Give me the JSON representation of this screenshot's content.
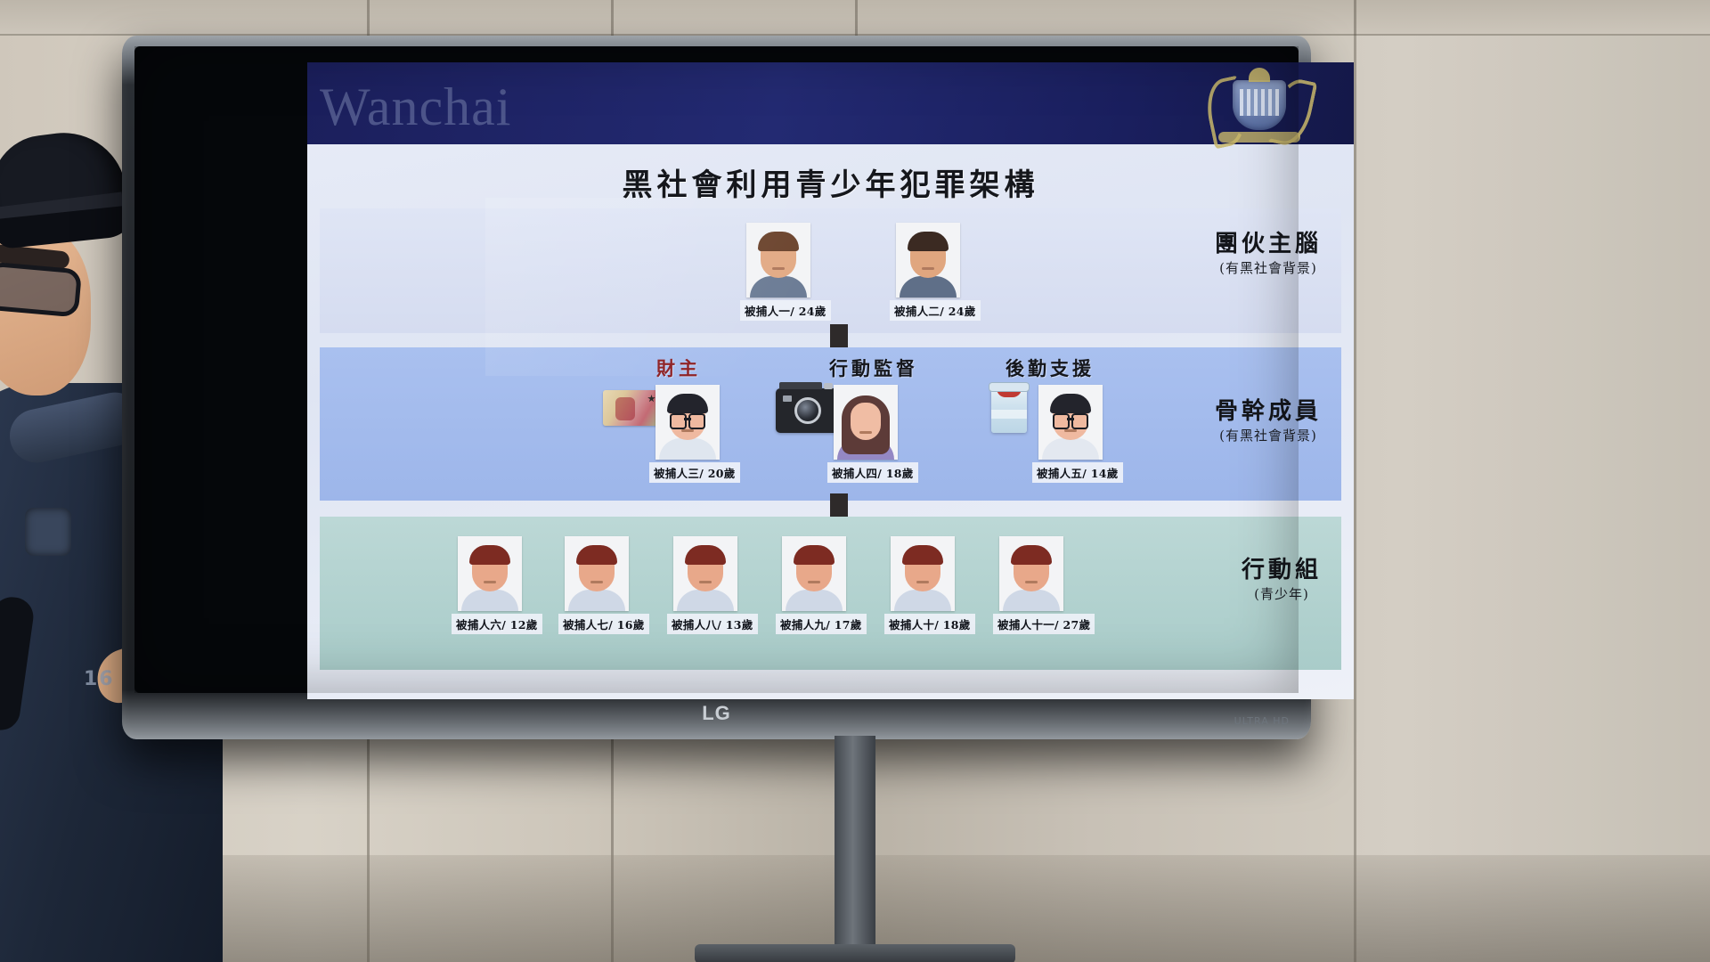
{
  "scene": {
    "display_brand": "LG",
    "display_model": "ULTRA HD",
    "officer_badge_number": "16"
  },
  "slide": {
    "header_text": "Wanchai",
    "crest_name": "hong-kong-police-crest",
    "title": "黑社會利用青少年犯罪架構",
    "tiers": [
      {
        "id": "tier-leaders",
        "label_main": "團伙主腦",
        "label_sub": "(有黑社會背景)",
        "roles": [],
        "people": [
          {
            "name": "被捕人一/ 24歲",
            "avatar": "male-short-hair"
          },
          {
            "name": "被捕人二/ 24歲",
            "avatar": "male-short-hair"
          }
        ]
      },
      {
        "id": "tier-core-members",
        "label_main": "骨幹成員",
        "label_sub": "(有黑社會背景)",
        "roles": [
          {
            "text": "財主",
            "color": "#8d1f22"
          },
          {
            "text": "行動監督",
            "color": "#15171c"
          },
          {
            "text": "後勤支援",
            "color": "#15171c"
          }
        ],
        "props": [
          {
            "icon": "banknote-icon"
          },
          {
            "icon": "camera-icon"
          },
          {
            "icon": "paint-bucket-icon"
          }
        ],
        "people": [
          {
            "name": "被捕人三/ 20歲",
            "avatar": "male-glasses"
          },
          {
            "name": "被捕人四/ 18歲",
            "avatar": "female-long-hair"
          },
          {
            "name": "被捕人五/ 14歲",
            "avatar": "male-glasses"
          }
        ]
      },
      {
        "id": "tier-action-group",
        "label_main": "行動組",
        "label_sub": "(青少年)",
        "roles": [],
        "people": [
          {
            "name": "被捕人六/ 12歲",
            "avatar": "male-short-hair"
          },
          {
            "name": "被捕人七/ 16歲",
            "avatar": "male-short-hair"
          },
          {
            "name": "被捕人八/ 13歲",
            "avatar": "male-short-hair"
          },
          {
            "name": "被捕人九/ 17歲",
            "avatar": "male-short-hair"
          },
          {
            "name": "被捕人十/ 18歲",
            "avatar": "male-short-hair"
          },
          {
            "name": "被捕人十一/ 27歲",
            "avatar": "male-short-hair"
          }
        ]
      }
    ],
    "arrows": [
      {
        "name": "arrow-leaders-to-core"
      },
      {
        "name": "arrow-core-to-action"
      }
    ],
    "colors": {
      "header_blue": "#1b1f5c",
      "tier1_bg": "#dfe5f5",
      "tier2_bg": "#a9c0ef",
      "tier3_bg": "#bcd8d6",
      "title_text": "#15171c",
      "role_accent_red": "#8d1f22"
    }
  }
}
